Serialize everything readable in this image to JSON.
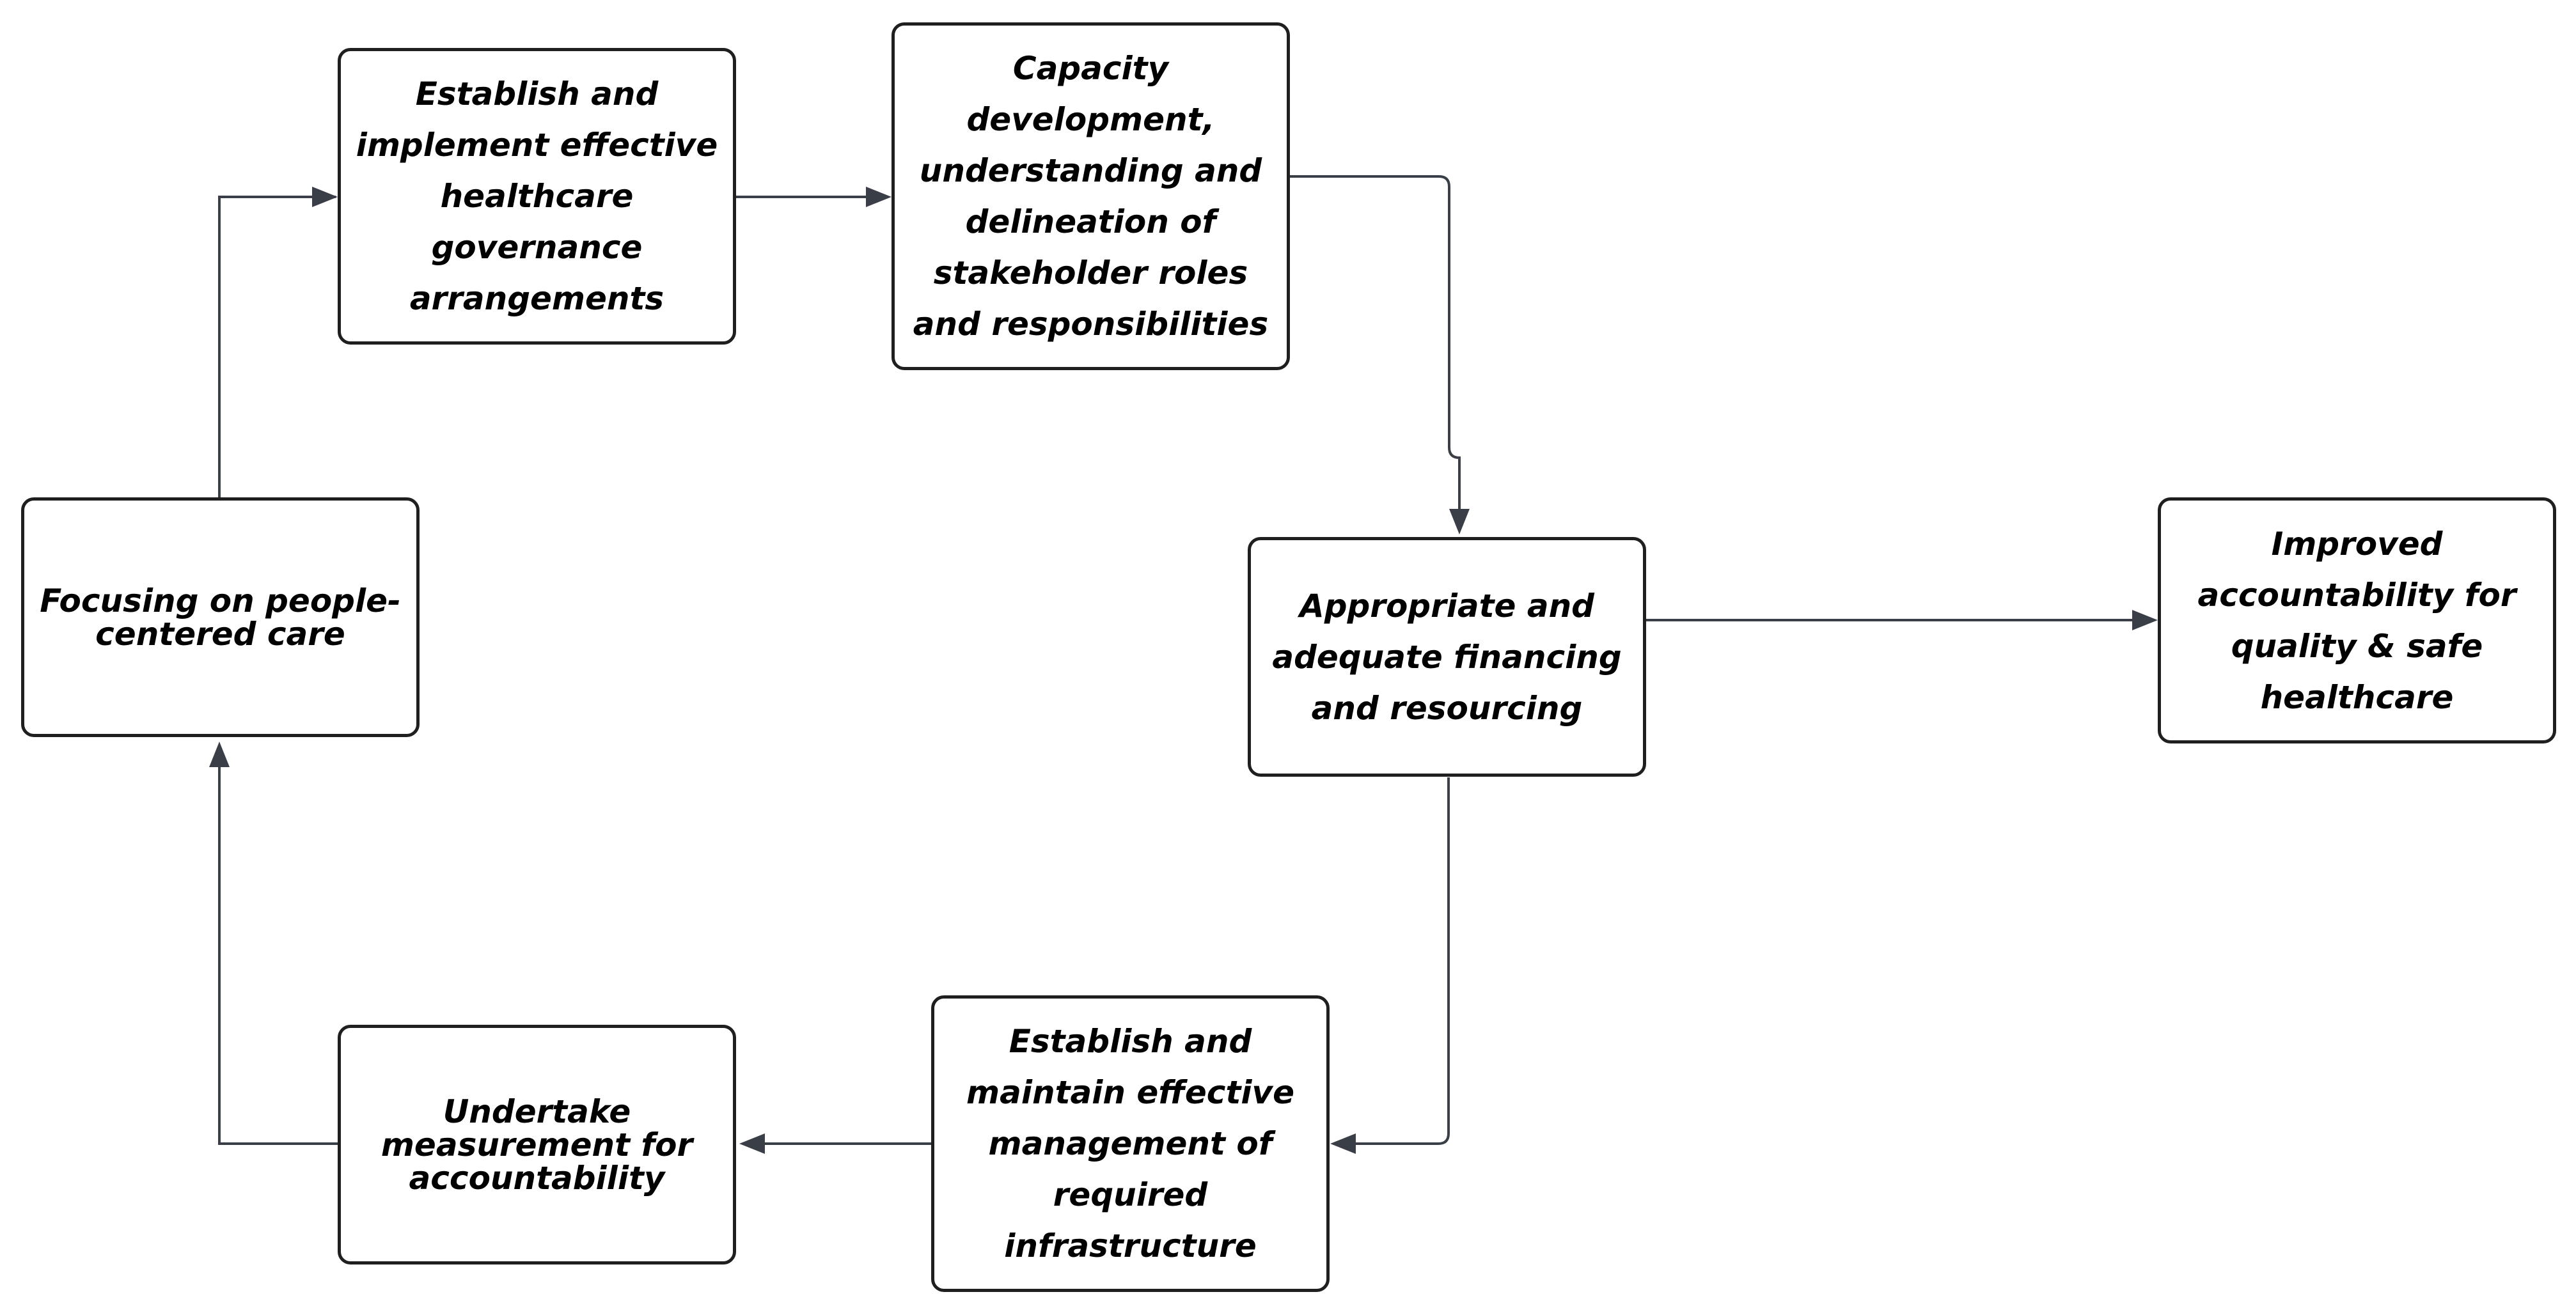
{
  "diagram": {
    "nodes": {
      "people_centered_care": "Focusing on people-centered care",
      "governance": "Establish and implement effective healthcare governance arrangements",
      "capacity_development": "Capacity development, understanding and delineation of stakeholder roles and responsibilities",
      "financing": "Appropriate and adequate financing and resourcing",
      "outcome": "Improved accountability for quality & safe healthcare",
      "infrastructure": "Establish and maintain effective management of required infrastructure",
      "measurement": "Undertake measurement for accountability"
    },
    "edges": [
      {
        "from": "people_centered_care",
        "to": "governance"
      },
      {
        "from": "governance",
        "to": "capacity_development"
      },
      {
        "from": "capacity_development",
        "to": "financing"
      },
      {
        "from": "financing",
        "to": "outcome"
      },
      {
        "from": "financing",
        "to": "infrastructure"
      },
      {
        "from": "infrastructure",
        "to": "measurement"
      },
      {
        "from": "measurement",
        "to": "people_centered_care"
      }
    ],
    "colors": {
      "box_border": "#1f1f1f",
      "connector": "#3a3f47",
      "text": "#000000",
      "background": "#ffffff"
    }
  }
}
